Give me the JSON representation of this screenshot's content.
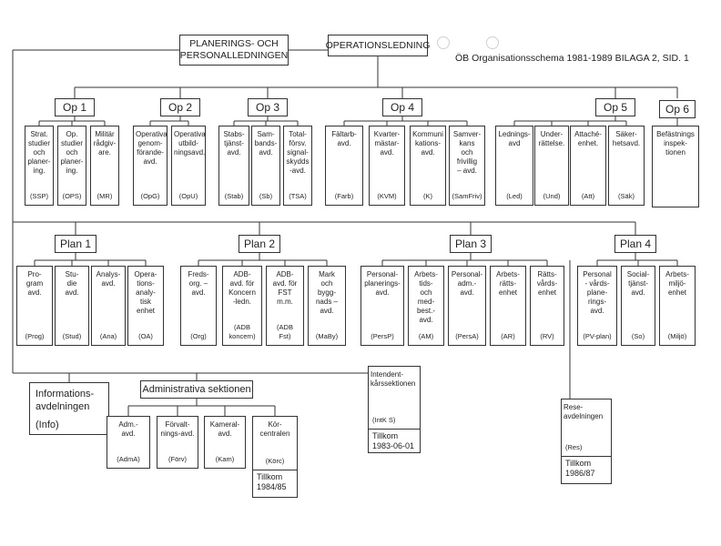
{
  "title": "ÖB Organisationsschema 1981-1989 BILAGA 2, SID. 1",
  "top": {
    "planering": "PLANERINGS- OCH PERSONALLEDNINGEN",
    "operation": "OPERATIONSLEDNING"
  },
  "op": {
    "op1": {
      "label": "Op 1",
      "units": [
        {
          "name": "Strat.\nstudier\noch\nplaner-\ning.",
          "abbr": "(SSP)"
        },
        {
          "name": "Op.\nstudier\noch\nplaner-\ning.",
          "abbr": "(OPS)"
        },
        {
          "name": "Militär\nrådgiv-\nare.",
          "abbr": "(MR)"
        }
      ]
    },
    "op2": {
      "label": "Op 2",
      "units": [
        {
          "name": "Operativa\ngenom-\nförande-\navd.",
          "abbr": "(OpG)"
        },
        {
          "name": "Operativa\nutbild-\nningsavd.",
          "abbr": "(OpU)"
        }
      ]
    },
    "op3": {
      "label": "Op 3",
      "units": [
        {
          "name": "Stabs-\ntjänst-\navd.",
          "abbr": "(Stab)"
        },
        {
          "name": "Sam-\nbands-\navd.",
          "abbr": "(Sb)"
        },
        {
          "name": "Total-\nförsv.\nsignal-\nskydds\n-avd.",
          "abbr": "(TSA)"
        }
      ]
    },
    "op4": {
      "label": "Op 4",
      "units": [
        {
          "name": "Fältarb-\navd.",
          "abbr": "(Farb)"
        },
        {
          "name": "Kvarter-\nmästar-\navd.",
          "abbr": "(KVM)"
        },
        {
          "name": "Kommuni\nkations-\navd.",
          "abbr": "(K)"
        },
        {
          "name": "Samver-\nkans\noch\nfrivillig\n– avd.",
          "abbr": "(SamFriv)"
        }
      ]
    },
    "op5": {
      "label": "Op 5",
      "units": [
        {
          "name": "Lednings-\navd",
          "abbr": "(Led)"
        },
        {
          "name": "Under-\nrättelse.",
          "abbr": "(Und)"
        },
        {
          "name": "Attaché-\nenhet.",
          "abbr": "(Att)"
        },
        {
          "name": "Säker-\nhetsavd.",
          "abbr": "(Säk)"
        }
      ]
    },
    "op6": {
      "label": "Op 6",
      "units": [
        {
          "name": "Befästnings\ninspek-\ntionen",
          "abbr": ""
        }
      ]
    }
  },
  "plan": {
    "plan1": {
      "label": "Plan 1",
      "units": [
        {
          "name": "Pro-\ngram\navd.",
          "abbr": "(Prog)"
        },
        {
          "name": "Stu-\ndie\navd.",
          "abbr": "(Stud)"
        },
        {
          "name": "Analys-\navd.",
          "abbr": "(Ana)"
        },
        {
          "name": "Opera-\ntions-\nanaly-\ntisk\nenhet",
          "abbr": "(OA)"
        }
      ]
    },
    "plan2": {
      "label": "Plan 2",
      "units": [
        {
          "name": "Freds-\norg. –\navd.",
          "abbr": "(Org)"
        },
        {
          "name": "ADB-\navd. för\nKoncern\n-ledn.",
          "abbr": "(ADB\nkoncern)"
        },
        {
          "name": "ADB-\navd. för\nFST\nm.m.",
          "abbr": "(ADB\nFst)"
        },
        {
          "name": "Mark\noch\nbygg-\nnads –\navd.",
          "abbr": "(MaBy)"
        }
      ]
    },
    "plan3": {
      "label": "Plan 3",
      "units": [
        {
          "name": "Personal-\nplanerings-\navd.",
          "abbr": "(PersP)"
        },
        {
          "name": "Arbets-\ntids-\noch\nmed-\nbest.-\navd.",
          "abbr": "(AM)"
        },
        {
          "name": "Personal-\nadm.-\navd.",
          "abbr": "(PersA)"
        },
        {
          "name": "Arbets-\nrätts-\nenhet",
          "abbr": "(AR)"
        },
        {
          "name": "Rätts-\nvårds-\nenhet",
          "abbr": "(RV)"
        }
      ]
    },
    "plan4": {
      "label": "Plan 4",
      "units": [
        {
          "name": "Personal\n- vårds-\nplane-\nrings-\navd.",
          "abbr": "(PV-plan)"
        },
        {
          "name": "Social-\ntjänst-\navd.",
          "abbr": "(So)"
        },
        {
          "name": "Arbets-\nmiljö-\nenhet",
          "abbr": "(Miljö)"
        }
      ]
    }
  },
  "info": {
    "name": "Informations-\navdelningen",
    "abbr": "(Info)"
  },
  "adm": {
    "label": "Administrativa sektionen",
    "units": [
      {
        "name": "Adm.-\navd.",
        "abbr": "(AdmA)"
      },
      {
        "name": "Förvalt-\nnings-avd.",
        "abbr": "(Förv)"
      },
      {
        "name": "Kameral-\navd.",
        "abbr": "(Kam)"
      },
      {
        "name": "Kör-\ncentralen",
        "abbr": "(Körc)"
      }
    ]
  },
  "korc_note": "Tillkom\n1984/85",
  "intendent": {
    "name": "Intendent-\nkårssektionen",
    "abbr": "(IntK S)",
    "note": "Tillkom\n1983-06-01"
  },
  "rese": {
    "name": "Rese-\navdelningen",
    "abbr": "(Res)",
    "note": "Tillkom\n1986/87"
  }
}
